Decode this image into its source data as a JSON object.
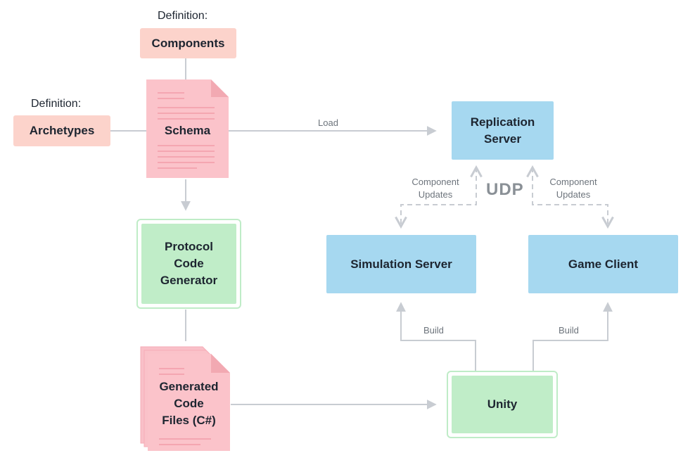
{
  "labels": {
    "definition_top": "Definition:",
    "definition_left": "Definition:",
    "load": "Load",
    "component_updates_left": "Component\nUpdates",
    "component_updates_right": "Component\nUpdates",
    "udp": "UDP",
    "build_left": "Build",
    "build_right": "Build"
  },
  "nodes": {
    "components": "Components",
    "archetypes": "Archetypes",
    "schema": "Schema",
    "protocol_code_generator": "Protocol\nCode\nGenerator",
    "generated_code_files": "Generated\nCode\nFiles (C#)",
    "replication_server": "Replication\nServer",
    "simulation_server": "Simulation Server",
    "game_client": "Game Client",
    "unity": "Unity"
  },
  "colors": {
    "definition_fill": "#fcd3cb",
    "document_fill": "#fbc3ca",
    "generator_fill": "#c0edc8",
    "server_fill": "#a6d8f0",
    "connector": "#c8ccd2"
  }
}
